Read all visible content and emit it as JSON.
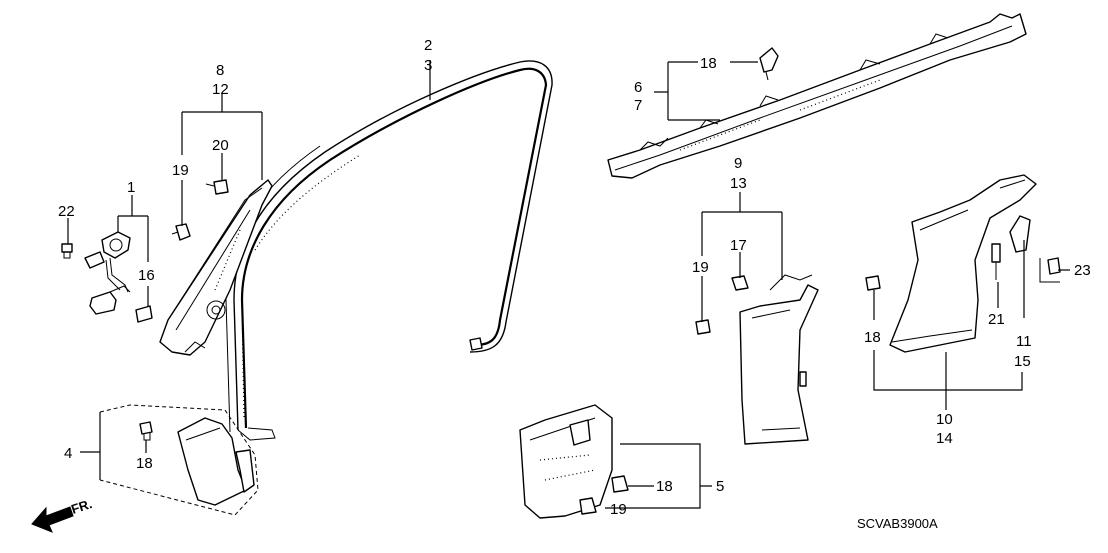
{
  "callouts": {
    "c1": "1",
    "c2": "2",
    "c3": "3",
    "c4": "4",
    "c5": "5",
    "c6": "6",
    "c7": "7",
    "c8": "8",
    "c9": "9",
    "c10": "10",
    "c11": "11",
    "c12": "12",
    "c13": "13",
    "c14": "14",
    "c15": "15",
    "c16": "16",
    "c17": "17",
    "c18a": "18",
    "c18b": "18",
    "c18c": "18",
    "c18d": "18",
    "c19a": "19",
    "c19b": "19",
    "c19c": "19",
    "c20": "20",
    "c21": "21",
    "c22": "22",
    "c23": "23"
  },
  "direction_label": "FR.",
  "diagram_code": "SCVAB3900A",
  "icons": {
    "front_arrow": "front-direction-arrow-icon",
    "clip": "push-clip-icon",
    "screw": "screw-icon"
  }
}
